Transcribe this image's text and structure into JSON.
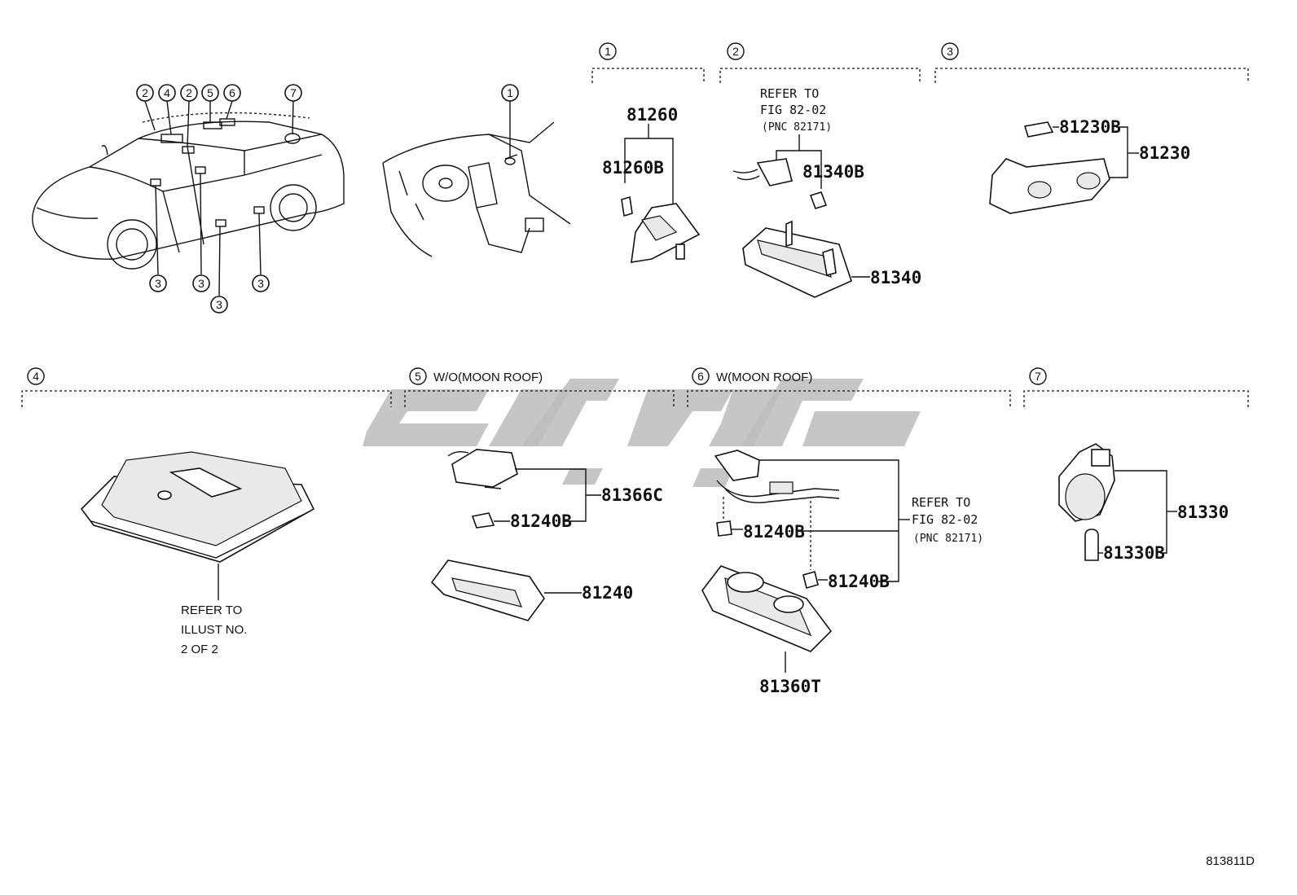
{
  "sections": [
    {
      "num": "1",
      "label": ""
    },
    {
      "num": "2",
      "label": ""
    },
    {
      "num": "3",
      "label": ""
    },
    {
      "num": "4",
      "label": ""
    },
    {
      "num": "5",
      "label": "W/O(MOON ROOF)"
    },
    {
      "num": "6",
      "label": "W(MOON ROOF)"
    },
    {
      "num": "7",
      "label": ""
    }
  ],
  "car_callouts": [
    "2",
    "4",
    "2",
    "5",
    "6",
    "7",
    "3",
    "3",
    "3",
    "3"
  ],
  "dash_callout": "1",
  "parts": {
    "p81260": "81260",
    "p81260B": "81260B",
    "p81340B": "81340B",
    "p81340": "81340",
    "p81230B": "81230B",
    "p81230": "81230",
    "p81366C": "81366C",
    "p81240B_5": "81240B",
    "p81240": "81240",
    "p81240B_6a": "81240B",
    "p81240B_6b": "81240B",
    "p81360T": "81360T",
    "p81330": "81330",
    "p81330B": "81330B"
  },
  "refer_fig_2": {
    "line1": "REFER TO",
    "line2": "FIG 82-02",
    "line3": "(PNC 82171)"
  },
  "refer_fig_6": {
    "line1": "REFER TO",
    "line2": "FIG 82-02",
    "line3": "(PNC 82171)"
  },
  "refer_illust": {
    "line1": "REFER TO",
    "line2": "ILLUST NO.",
    "line3": "2 OF 2"
  },
  "diagram_id": "813811D"
}
